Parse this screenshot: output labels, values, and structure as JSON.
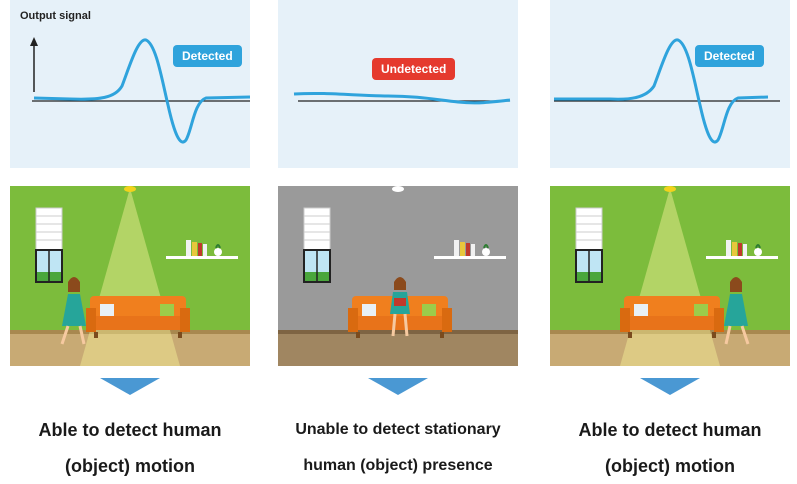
{
  "signal_axis_label": "Output signal",
  "colors": {
    "detected_badge": "#2fa3dc",
    "undetected_badge": "#e53a2e",
    "signal_line": "#2fa3dc",
    "panel_bg": "#e6f1f9",
    "green_wall": "#7cbc3c",
    "gray_wall": "#9a9a9a",
    "floor": "#c8aa74",
    "arrow": "#4a98d3"
  },
  "panels": [
    {
      "badge": "Detected",
      "state": "detected",
      "caption_line1": "Able to detect human",
      "caption_line2": "(object) motion"
    },
    {
      "badge": "Undetected",
      "state": "undetected",
      "caption_line1": "Unable to detect stationary",
      "caption_line2": "human (object) presence"
    },
    {
      "badge": "Detected",
      "state": "detected",
      "caption_line1": "Able to detect human",
      "caption_line2": "(object) motion"
    }
  ]
}
